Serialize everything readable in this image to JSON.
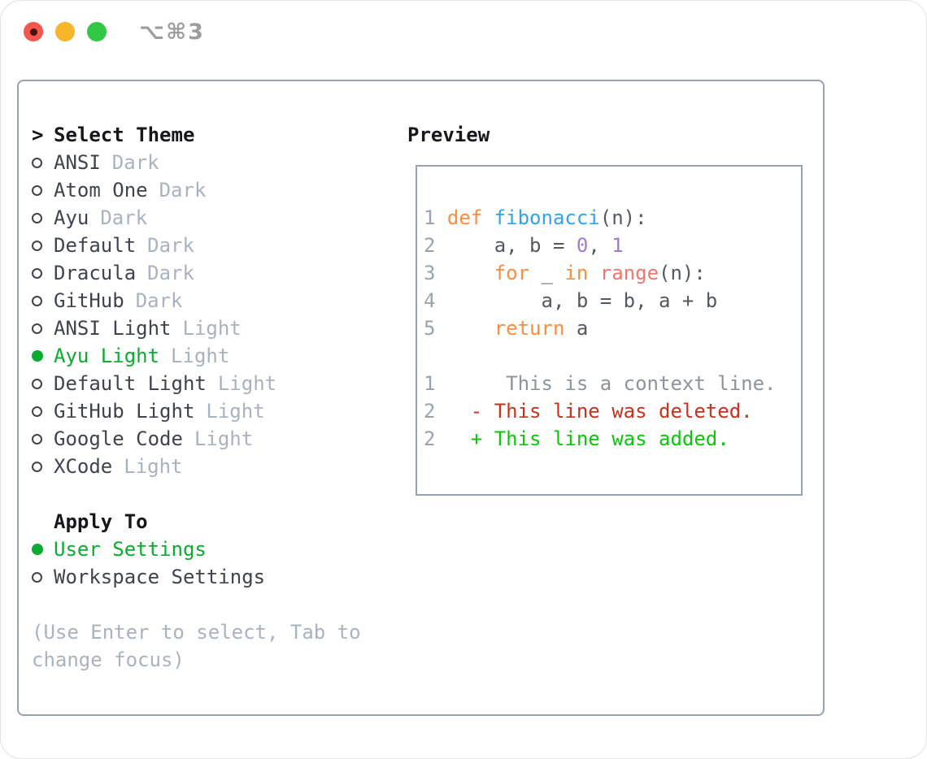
{
  "window": {
    "title": "⌥⌘3",
    "buttons": {
      "close": "close",
      "minimize": "minimize",
      "zoom": "zoom"
    }
  },
  "theme_picker": {
    "prompt": ">",
    "title": "Select Theme",
    "themes": [
      {
        "label": "ANSI",
        "variant": "Dark",
        "selected": false
      },
      {
        "label": "Atom One",
        "variant": "Dark",
        "selected": false
      },
      {
        "label": "Ayu",
        "variant": "Dark",
        "selected": false
      },
      {
        "label": "Default",
        "variant": "Dark",
        "selected": false
      },
      {
        "label": "Dracula",
        "variant": "Dark",
        "selected": false
      },
      {
        "label": "GitHub",
        "variant": "Dark",
        "selected": false
      },
      {
        "label": "ANSI Light",
        "variant": "Light",
        "selected": false
      },
      {
        "label": "Ayu Light",
        "variant": "Light",
        "selected": true
      },
      {
        "label": "Default Light",
        "variant": "Light",
        "selected": false
      },
      {
        "label": "GitHub Light",
        "variant": "Light",
        "selected": false
      },
      {
        "label": "Google Code",
        "variant": "Light",
        "selected": false
      },
      {
        "label": "XCode",
        "variant": "Light",
        "selected": false
      }
    ],
    "apply_to": {
      "title": "Apply To",
      "options": [
        {
          "label": "User Settings",
          "selected": true
        },
        {
          "label": "Workspace Settings",
          "selected": false
        }
      ]
    },
    "hint": "(Use Enter to select, Tab to change focus)"
  },
  "preview": {
    "title": "Preview",
    "code_lines": [
      {
        "segments": [
          {
            "text": "1 ",
            "color": "#9aa3ad"
          },
          {
            "text": "def ",
            "color": "#fa8d3e"
          },
          {
            "text": "fibonacci",
            "color": "#31a3e8"
          },
          {
            "text": "(n):",
            "color": "#54595f"
          }
        ]
      },
      {
        "segments": [
          {
            "text": "2 ",
            "color": "#9aa3ad"
          },
          {
            "text": "    a, b = ",
            "color": "#54595f"
          },
          {
            "text": "0",
            "color": "#a37acc"
          },
          {
            "text": ", ",
            "color": "#54595f"
          },
          {
            "text": "1",
            "color": "#a37acc"
          }
        ]
      },
      {
        "segments": [
          {
            "text": "3 ",
            "color": "#9aa3ad"
          },
          {
            "text": "    ",
            "color": "#54595f"
          },
          {
            "text": "for",
            "color": "#fa8d3e"
          },
          {
            "text": " _ ",
            "color": "#54595f"
          },
          {
            "text": "in",
            "color": "#fa8d3e"
          },
          {
            "text": " ",
            "color": "#54595f"
          },
          {
            "text": "range",
            "color": "#f2756f"
          },
          {
            "text": "(n):",
            "color": "#54595f"
          }
        ]
      },
      {
        "segments": [
          {
            "text": "4 ",
            "color": "#9aa3ad"
          },
          {
            "text": "        a, b = b, a + b",
            "color": "#54595f"
          }
        ]
      },
      {
        "segments": [
          {
            "text": "5 ",
            "color": "#9aa3ad"
          },
          {
            "text": "    ",
            "color": "#54595f"
          },
          {
            "text": "return",
            "color": "#fa8d3e"
          },
          {
            "text": " a",
            "color": "#54595f"
          }
        ]
      },
      {
        "segments": []
      },
      {
        "segments": [
          {
            "text": "1 ",
            "color": "#9aa3ad"
          },
          {
            "text": "     This is a context line.",
            "color": "#8d949c"
          }
        ]
      },
      {
        "segments": [
          {
            "text": "2 ",
            "color": "#9aa3ad"
          },
          {
            "text": "  - This line was deleted.",
            "color": "#c5331d"
          }
        ]
      },
      {
        "segments": [
          {
            "text": "2 ",
            "color": "#9aa3ad"
          },
          {
            "text": "  + This line was added.",
            "color": "#0cc50c"
          }
        ]
      }
    ]
  },
  "colors": {
    "selection_green": "#0cab31",
    "heading_color": "#15171a",
    "item_color": "#3f444c",
    "muted_color": "#a9b3c0",
    "radio_ring": "#3f444c",
    "panel_border": "#98a2ae",
    "code_fg": "#54595f",
    "title_gray": "#9d9d9d",
    "traffic_red": "#f2564d",
    "traffic_red_dot": "#49120b",
    "traffic_yellow": "#f7b529",
    "traffic_green": "#32c745"
  }
}
